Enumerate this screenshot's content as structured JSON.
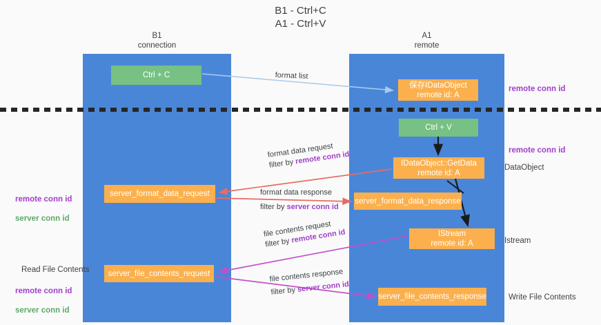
{
  "title": "B1 - Ctrl+C\nA1 - Ctrl+V",
  "columns": {
    "b1": "B1\nconnection",
    "a1": "A1\nremote"
  },
  "boxes": {
    "ctrl_c": "Ctrl + C",
    "save_idataobject": "保存IDataObject\nremote id: A",
    "ctrl_v": "Ctrl + V",
    "idataobject_getdata": "IDataObject::GetData\nremote id: A",
    "server_format_data_request": "server_format_data_request",
    "server_format_data_response": "server_format_data_response",
    "istream": "IStream\nremote id: A",
    "server_file_contents_request": "server_file_contents_request",
    "server_file_contents_response": "server_file_contents_response"
  },
  "edges": {
    "format_list": "format list",
    "format_data_request": {
      "line1": "format data request",
      "line2_prefix": "filter by ",
      "line2_key": "remote conn id"
    },
    "format_data_response": {
      "line1": "format data response",
      "line2_prefix": "filter by ",
      "line2_key": "server conn id"
    },
    "file_contents_request": {
      "line1": "file contents request",
      "line2_prefix": "filter by ",
      "line2_key": "remote conn id"
    },
    "file_contents_response": {
      "line1": "file contents response",
      "line2_prefix": "filter by ",
      "line2_key": "server conn id"
    }
  },
  "notes": {
    "right_remote_conn_id_top": "remote conn id",
    "right_remote_conn_id_mid": "remote conn id",
    "right_dataobject": "DataObject",
    "right_istream": "Istream",
    "right_write_file_contents": "Write File Contents",
    "left_remote_conn_id": "remote conn id",
    "left_server_conn_id": "server conn id",
    "left_read_file_contents": "Read File Contents",
    "left_remote_conn_id_2": "remote conn id",
    "left_server_conn_id_2": "server conn id"
  },
  "colors": {
    "lane": "#4a86d8",
    "green_box": "#76c183",
    "orange_box": "#fbb04d",
    "purple_text": "#a13fcb",
    "green_text": "#5fa86b",
    "red_arrow": "#ea6a62",
    "magenta_arrow": "#c44ec9",
    "blue_arrow": "#a8cdeb",
    "black_arrow": "#1a1a1a",
    "background": "#fafafa"
  }
}
